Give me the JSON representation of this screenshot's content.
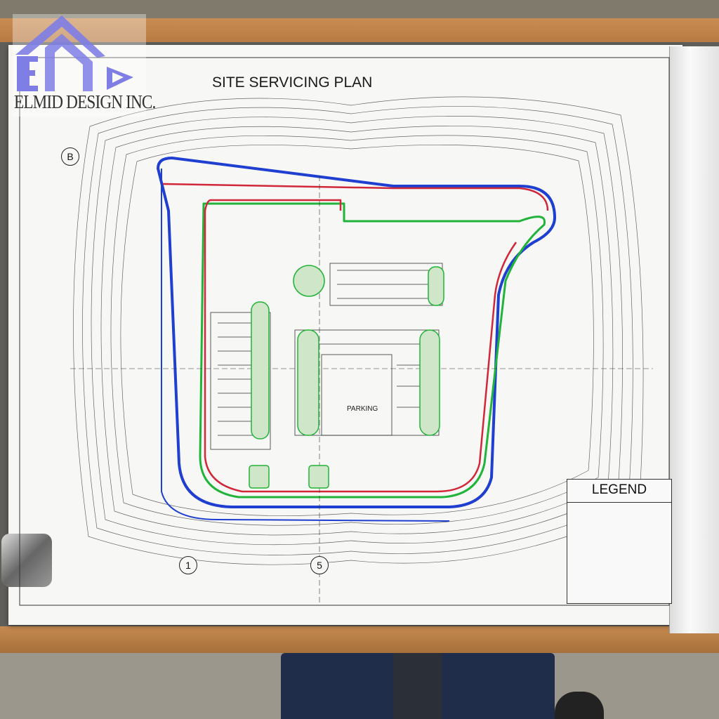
{
  "logo": {
    "company": "ELMID DESIGN INC.",
    "mark": "EMD"
  },
  "sheet": {
    "title": "SITE SERVICING PLAN"
  },
  "plan": {
    "parking_label": "PARKING",
    "callouts": [
      "B",
      "1",
      "5"
    ]
  },
  "legend": {
    "title": "LEGEND",
    "colors": {
      "water": "#1f3fd0",
      "storm": "#22b33a",
      "sanitary": "#d0283a",
      "contour": "#555555"
    }
  },
  "colors": {
    "service_blue": "#1f3fd0",
    "service_green": "#22b33a",
    "service_red": "#d0283a",
    "logo_blue": "#3a3ad8"
  }
}
